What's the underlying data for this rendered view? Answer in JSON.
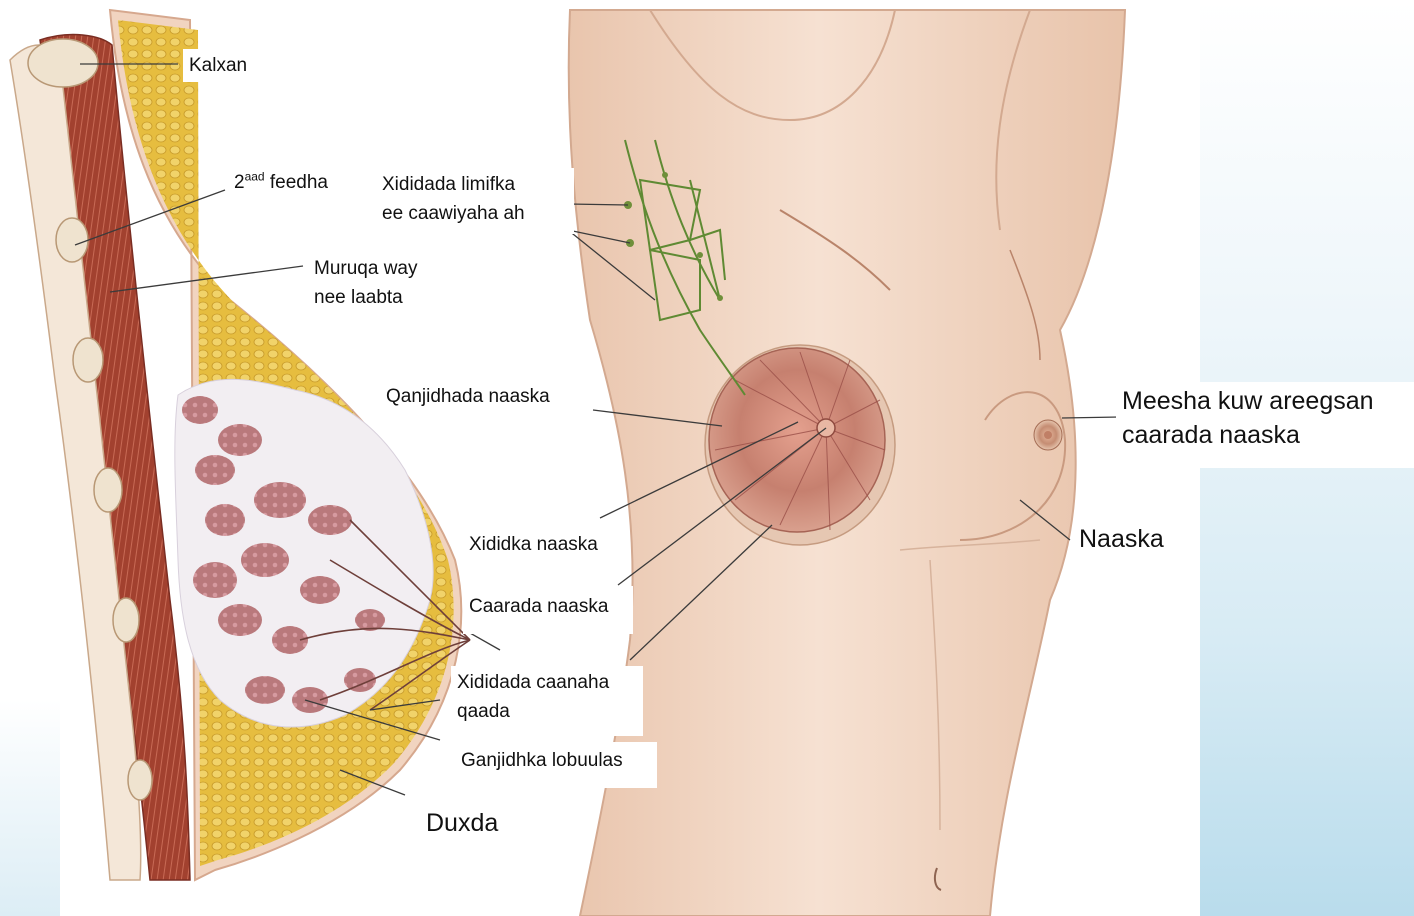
{
  "colors": {
    "skin": "#f3d9c6",
    "skin_shadow": "#e2bba3",
    "fat": "#e8c14a",
    "muscle": "#9b3b2e",
    "gland": "#b77a7a",
    "areola": "#c27a6b",
    "lymph": "#6f8f3a",
    "leader_line": "#3b3b3b"
  },
  "labels": {
    "kalxan": "Kalxan",
    "feedha_num": "2",
    "feedha_sup": "aad",
    "feedha_text": " feedha",
    "muruqa": "Muruqa way\nnee laabta",
    "xididada_limifka": "Xididada limifka\nee caawiyaha ah",
    "qanjidhada": "Qanjidhada naaska",
    "meesha": "Meesha kuw areegsan\ncaarada naaska",
    "xididka": "Xididka naaska",
    "naaska": "Naaska",
    "caarada": "Caarada naaska",
    "xididada_caanaha": "Xididada caanaha\nqaada",
    "ganjidhka": "Ganjidhka lobuulas",
    "duxda": "Duxda"
  }
}
